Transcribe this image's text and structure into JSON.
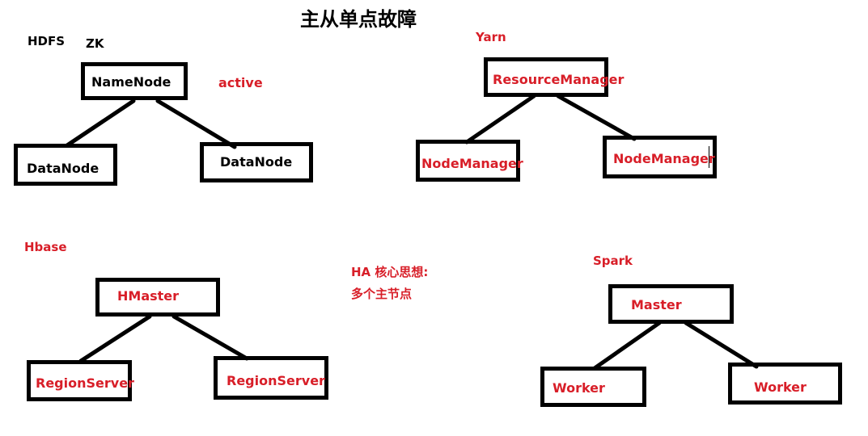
{
  "title": "主从单点故障",
  "colors": {
    "accent_red": "#d81e28",
    "ink": "#000000",
    "background": "#ffffff"
  },
  "hdfs": {
    "label": "HDFS",
    "zk_label": "ZK",
    "master": "NameNode",
    "master_status": "active",
    "workers": [
      "DataNode",
      "DataNode"
    ]
  },
  "yarn": {
    "label": "Yarn",
    "master": "ResourceManager",
    "workers": [
      "NodeManager",
      "NodeManager"
    ]
  },
  "hbase": {
    "label": "Hbase",
    "master": "HMaster",
    "workers": [
      "RegionServer",
      "RegionServer"
    ]
  },
  "spark": {
    "label": "Spark",
    "master": "Master",
    "workers": [
      "Worker",
      "Worker"
    ]
  },
  "ha_note": {
    "line1": "HA 核心思想:",
    "line2": "多个主节点"
  }
}
